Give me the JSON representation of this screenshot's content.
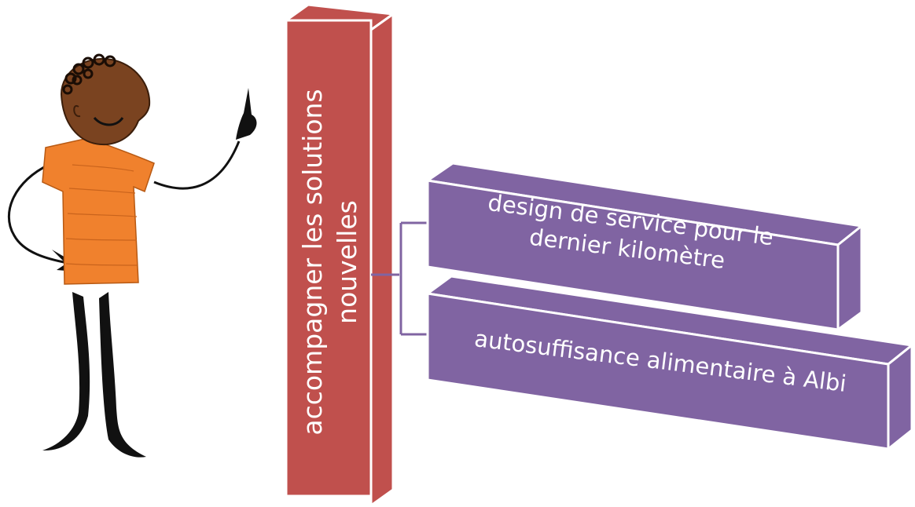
{
  "pillar": {
    "lines": [
      "accompagner les solutions",
      "nouvelles"
    ]
  },
  "boxes": [
    {
      "lines": [
        "design de service pour le",
        "dernier kilomètre"
      ]
    },
    {
      "lines": [
        "autosuffisance alimentaire à Albi"
      ]
    }
  ],
  "colors": {
    "pillar_front": "#c0504d",
    "pillar_side": "#c0504d",
    "box_front": "#8064a2",
    "box_top": "#8064a2",
    "bracket": "#8064a2",
    "shirt": "#f0812d",
    "skin": "#7a4320",
    "outline": "#111111"
  }
}
